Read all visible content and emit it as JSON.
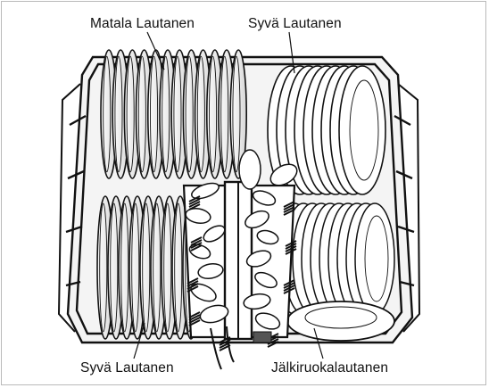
{
  "labels": {
    "flat_plates": "Matala Lautanen",
    "deep_plates_top": "Syvä Lautanen",
    "deep_plates_bottom": "Syvä Lautanen",
    "dessert_plates": "Jälkiruokalautanen"
  },
  "colors": {
    "line": "#111111",
    "background": "#ffffff",
    "frame": "#b9b9b9",
    "basket_shade": "#d9d9d9"
  }
}
